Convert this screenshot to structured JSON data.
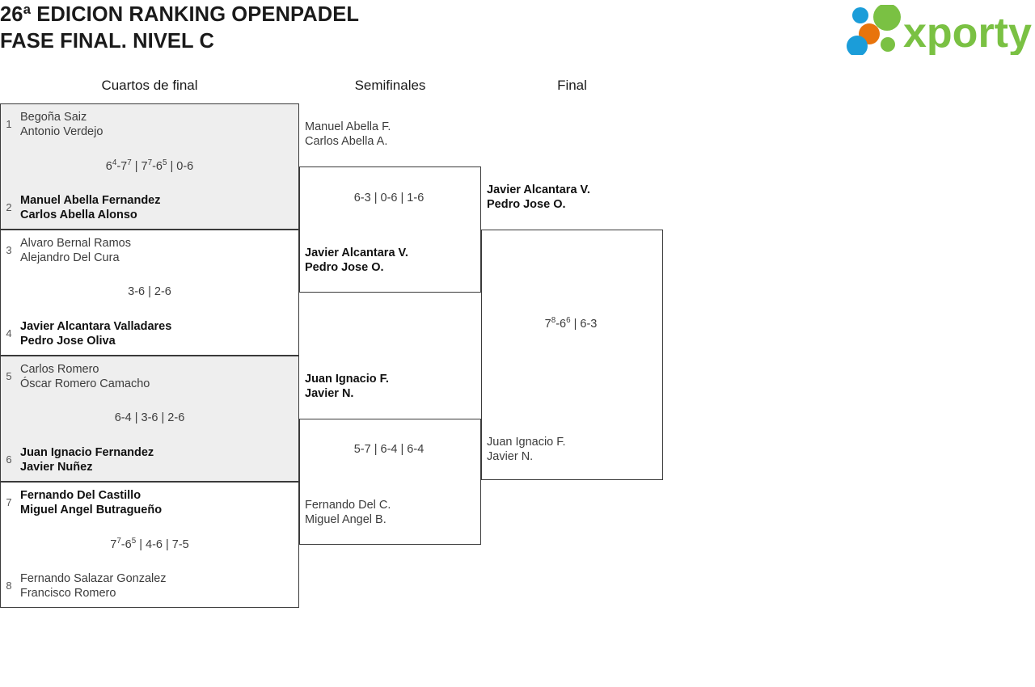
{
  "header": {
    "title_line1": "26ª EDICION RANKING OPENPADEL",
    "title_line2": "FASE FINAL. NIVEL C",
    "logo_text": "xporty",
    "logo_colors": {
      "green": "#7ac143",
      "blue": "#1b9dd9",
      "orange": "#e8740c"
    }
  },
  "columns": {
    "quarterfinals": "Cuartos de final",
    "semifinals": "Semifinales",
    "final": "Final"
  },
  "quarterfinals": [
    {
      "seed_top": "1",
      "top_p1": "Begoña Saiz",
      "top_p2": "Antonio Verdejo",
      "seed_bottom": "2",
      "bottom_p1": "Manuel Abella Fernandez",
      "bottom_p2": "Carlos Abella Alonso",
      "winner": "bottom",
      "score": "6⁴-7⁷ | 7⁷-6⁵ | 0-6"
    },
    {
      "seed_top": "3",
      "top_p1": "Alvaro Bernal Ramos",
      "top_p2": "Alejandro Del Cura",
      "seed_bottom": "4",
      "bottom_p1": "Javier Alcantara Valladares",
      "bottom_p2": "Pedro Jose Oliva",
      "winner": "bottom",
      "score": "3-6 | 2-6"
    },
    {
      "seed_top": "5",
      "top_p1": "Carlos Romero",
      "top_p2": "Óscar Romero Camacho",
      "seed_bottom": "6",
      "bottom_p1": "Juan Ignacio Fernandez",
      "bottom_p2": "Javier Nuñez",
      "winner": "bottom",
      "score": "6-4 | 3-6 | 2-6"
    },
    {
      "seed_top": "7",
      "top_p1": "Fernando Del Castillo",
      "top_p2": "Miguel Angel Butragueño",
      "seed_bottom": "8",
      "bottom_p1": "Fernando Salazar Gonzalez",
      "bottom_p2": "Francisco Romero",
      "winner": "top",
      "score": "7⁷-6⁵ | 4-6 | 7-5"
    }
  ],
  "semifinals": [
    {
      "top_p1": "Manuel Abella F.",
      "top_p2": "Carlos Abella A.",
      "bottom_p1": "Javier Alcantara V.",
      "bottom_p2": "Pedro Jose O.",
      "winner": "bottom",
      "score": "6-3 | 0-6 | 1-6"
    },
    {
      "top_p1": "Juan Ignacio F.",
      "top_p2": "Javier N.",
      "bottom_p1": "Fernando Del C.",
      "bottom_p2": "Miguel Angel B.",
      "winner": "top",
      "score": "5-7 | 6-4 | 6-4"
    }
  ],
  "final": {
    "top_p1": "Javier Alcantara V.",
    "top_p2": "Pedro Jose O.",
    "bottom_p1": "Juan Ignacio F.",
    "bottom_p2": "Javier N.",
    "winner": "top",
    "score": "7⁸-6⁶ | 6-3"
  }
}
